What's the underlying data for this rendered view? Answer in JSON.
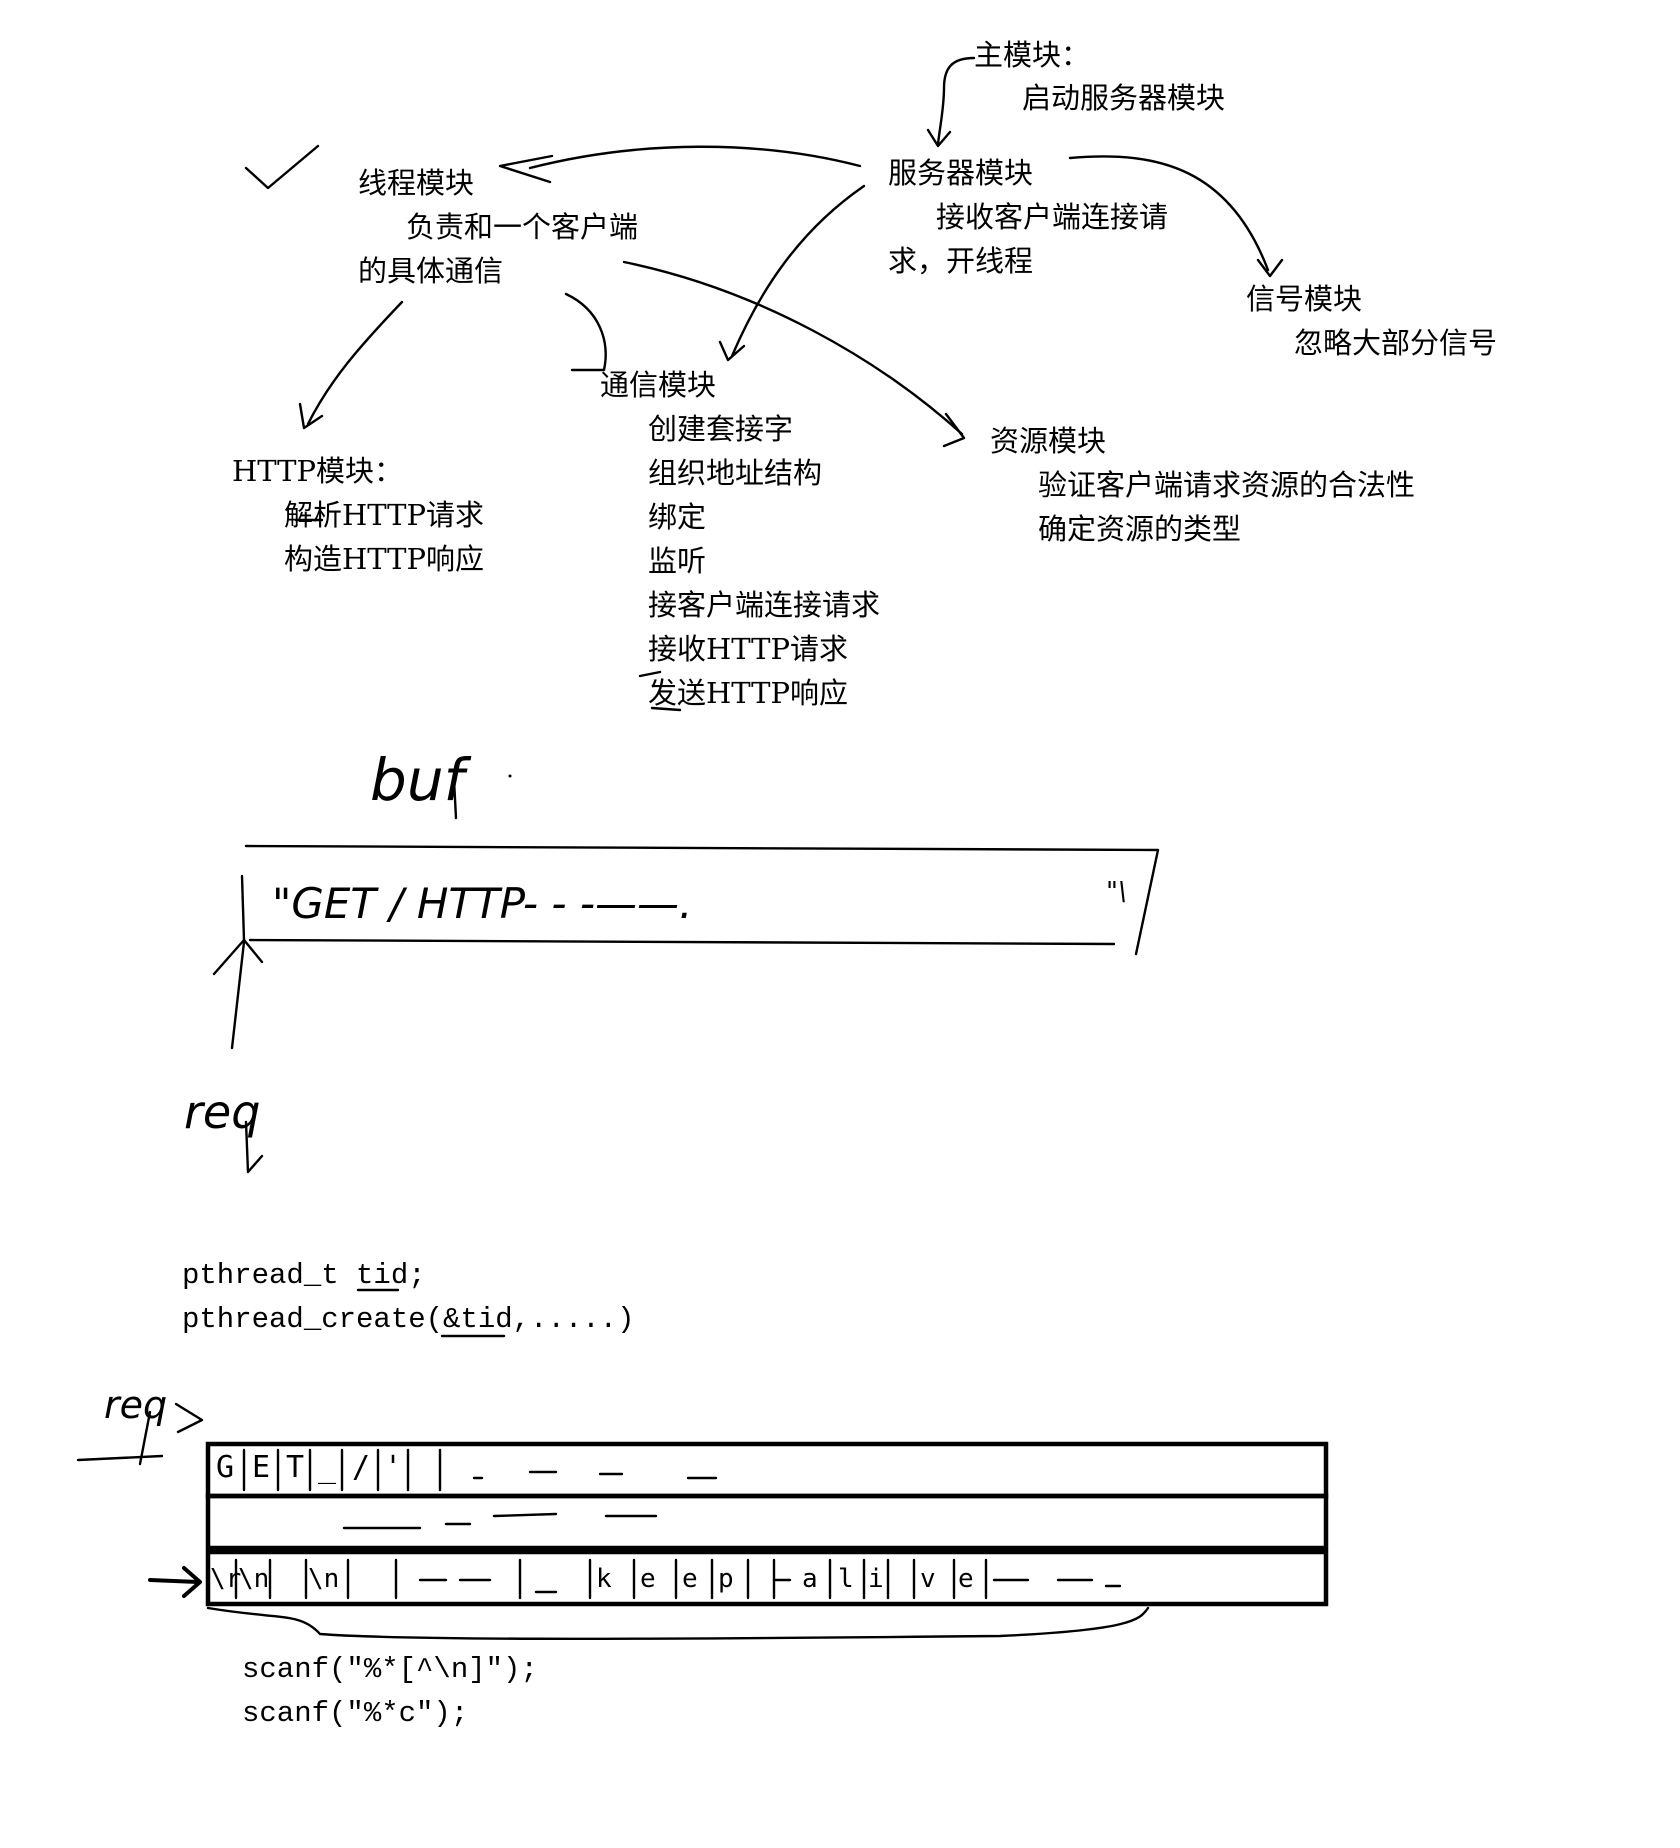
{
  "modules": {
    "main": {
      "title": "主模块：",
      "desc": "启动服务器模块"
    },
    "server": {
      "title": "服务器模块",
      "desc": [
        "接收客户端连接请",
        "求，开线程"
      ]
    },
    "thread": {
      "title": "线程模块",
      "desc": [
        "负责和一个客户端",
        "的具体通信"
      ]
    },
    "signal": {
      "title": "信号模块",
      "desc": "忽略大部分信号"
    },
    "http": {
      "title": "HTTP模块：",
      "desc": [
        "解析HTTP请求",
        "构造HTTP响应"
      ]
    },
    "comm": {
      "title": "通信模块",
      "desc": [
        "创建套接字",
        "组织地址结构",
        "绑定",
        "监听",
        "接客户端连接请求",
        "接收HTTP请求",
        "发送HTTP响应"
      ]
    },
    "resource": {
      "title": "资源模块",
      "desc": [
        "验证客户端请求资源的合法性",
        "确定资源的类型"
      ]
    }
  },
  "handwriting": {
    "buf_label": "buf",
    "req_label_1": "req",
    "req_label_2": "req",
    "buffer_text": "\"GET /  HTTP- - -——.",
    "buffer_end": "\"\\"
  },
  "code": {
    "line1": "pthread_t tid;",
    "line2": "pthread_create(&tid,.....)",
    "line3": "scanf(\"%*[^\\n]\");",
    "line4": "scanf(\"%*c\");"
  },
  "request_cells": {
    "row1": [
      "G",
      "E",
      "T",
      "_",
      "/",
      "'",
      "-",
      "—",
      "—",
      "—"
    ],
    "row3": [
      "\\r",
      "\\n",
      "\\n",
      "—",
      "---",
      "_",
      "k",
      "e",
      "e",
      "p",
      "-",
      "a",
      "l",
      "i",
      "v",
      "e",
      "~~",
      "~",
      "-"
    ]
  }
}
